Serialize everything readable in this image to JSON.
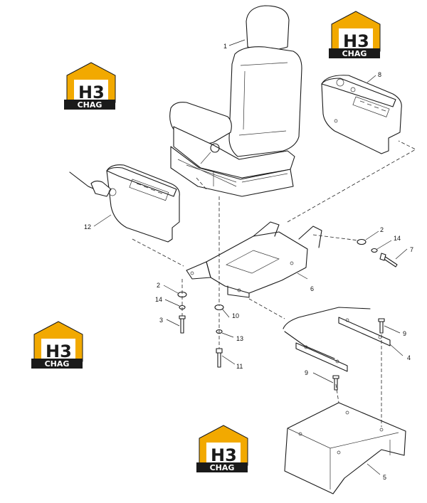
{
  "callouts": {
    "c1": "1",
    "c2a": "2",
    "c2b": "2",
    "c3": "3",
    "c4": "4",
    "c5": "5",
    "c6": "6",
    "c7": "7",
    "c8": "8",
    "c9a": "9",
    "c9b": "9",
    "c10": "10",
    "c11": "11",
    "c12": "12",
    "c13": "13",
    "c14a": "14",
    "c14b": "14"
  },
  "logo": {
    "mark": "H3",
    "name": "CHAG",
    "accent": "#f2a900",
    "dark": "#1a1a1a",
    "icon": "house-logo-icon"
  },
  "colors": {
    "line": "#1a1a1a",
    "background": "#ffffff"
  }
}
